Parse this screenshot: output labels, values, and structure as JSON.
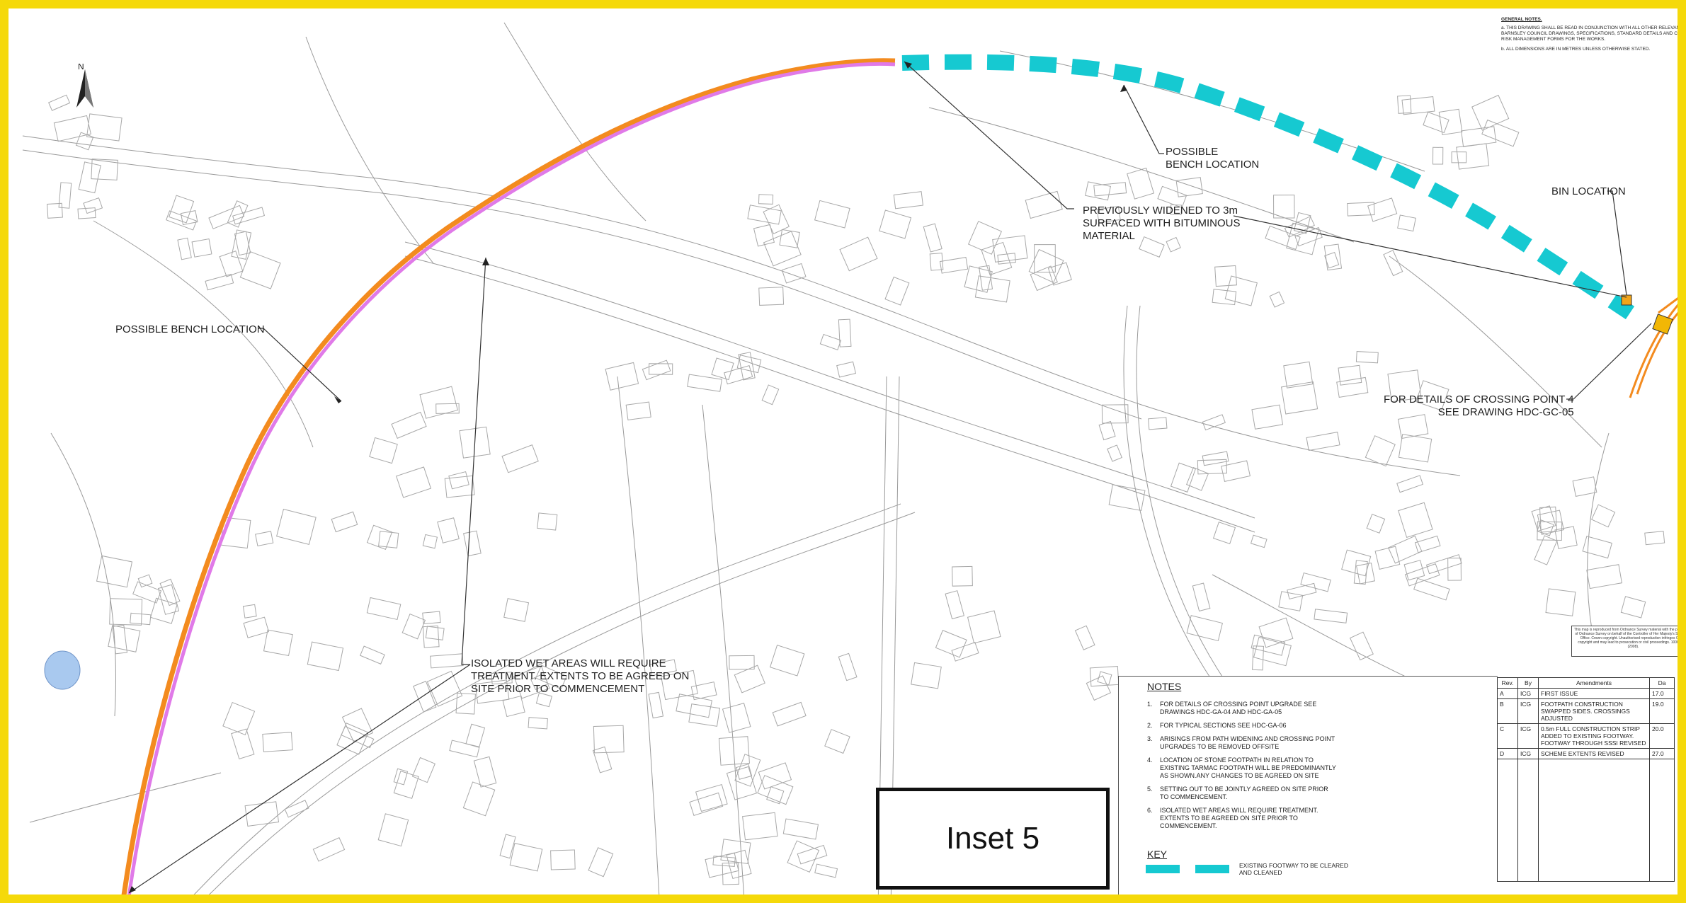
{
  "colors": {
    "frame": "#f5d90a",
    "route_orange": "#f38b1f",
    "route_pink": "#e07ae8",
    "existing_footway": "#16c9d1",
    "map_line": "#9a9a9a",
    "pond": "#a9c9ef"
  },
  "icons": {
    "north_arrow": "north-arrow-icon"
  },
  "north_label": "N",
  "general_notes": {
    "title": "GENERAL NOTES.",
    "items": [
      "a.  THIS DRAWING SHALL BE READ IN CONJUNCTION WITH ALL OTHER RELEVANT BARNSLEY COUNCIL DRAWINGS, SPECIFICATIONS, STANDARD DETAILS AND C.D.M. RISK MANAGEMENT FORMS FOR THE WORKS.",
      "b.  ALL DIMENSIONS ARE IN METRES UNLESS OTHERWISE STATED."
    ]
  },
  "callouts": {
    "possible_bench_1": "POSSIBLE\nBENCH LOCATION",
    "previously_widened": "PREVIOUSLY WIDENED TO 3m\nSURFACED WITH BITUMINOUS\nMATERIAL",
    "bin_location": "BIN LOCATION",
    "possible_bench_2": "POSSIBLE BENCH LOCATION",
    "crossing_point_4": "FOR DETAILS OF CROSSING POINT 4\nSEE DRAWING HDC-GC-05",
    "wet_areas": "ISOLATED WET AREAS WILL REQUIRE\nTREATMENT. EXTENTS TO BE AGREED ON\nSITE PRIOR TO COMMENCEMENT"
  },
  "copyright_text": "This map is reproduced from Ordnance Survey material with the permission of Ordnance Survey on behalf of the Controller of Her Majesty's Stationery Office. Crown copyright. Unauthorised reproduction infringes Crown copyright and may lead to prosecution or civil proceedings. 100022264 (2008).",
  "notes": {
    "title": "NOTES",
    "items": [
      {
        "n": "1.",
        "text": "FOR DETAILS OF CROSSING POINT UPGRADE SEE DRAWINGS HDC-GA-04 AND HDC-GA-05"
      },
      {
        "n": "2.",
        "text": "FOR TYPICAL SECTIONS SEE HDC-GA-06"
      },
      {
        "n": "3.",
        "text": "ARISINGS FROM PATH WIDENING AND CROSSING POINT UPGRADES TO BE REMOVED OFFSITE"
      },
      {
        "n": "4.",
        "text": "LOCATION OF STONE FOOTPATH IN RELATION TO EXISTING TARMAC FOOTPATH WILL BE PREDOMINANTLY AS SHOWN.ANY CHANGES TO BE AGREED ON SITE"
      },
      {
        "n": "5.",
        "text": "SETTING OUT TO BE JOINTLY AGREED ON SITE PRIOR TO COMMENCEMENT."
      },
      {
        "n": "6.",
        "text": "ISOLATED WET AREAS WILL REQUIRE TREATMENT. EXTENTS TO BE AGREED ON SITE PRIOR TO COMMENCEMENT."
      }
    ]
  },
  "key": {
    "title": "KEY",
    "existing_footway_label": "EXISTING FOOTWAY TO BE CLEARED AND CLEANED"
  },
  "amendments": {
    "headers": {
      "rev": "Rev.",
      "by": "By",
      "amendments": "Amendments",
      "date": "Da"
    },
    "rows": [
      {
        "rev": "A",
        "by": "ICG",
        "text": "FIRST ISSUE",
        "date": "17.0"
      },
      {
        "rev": "B",
        "by": "ICG",
        "text": "FOOTPATH CONSTRUCTION SWAPPED SIDES. CROSSINGS ADJUSTED",
        "date": "19.0"
      },
      {
        "rev": "C",
        "by": "ICG",
        "text": "0.5m FULL CONSTRUCTION STRIP ADDED TO EXISTING FOOTWAY. FOOTWAY THROUGH SSSI REVISED",
        "date": "20.0"
      },
      {
        "rev": "D",
        "by": "ICG",
        "text": "SCHEME EXTENTS REVISED",
        "date": "27.0"
      }
    ]
  },
  "inset": {
    "label": "Inset 5"
  }
}
